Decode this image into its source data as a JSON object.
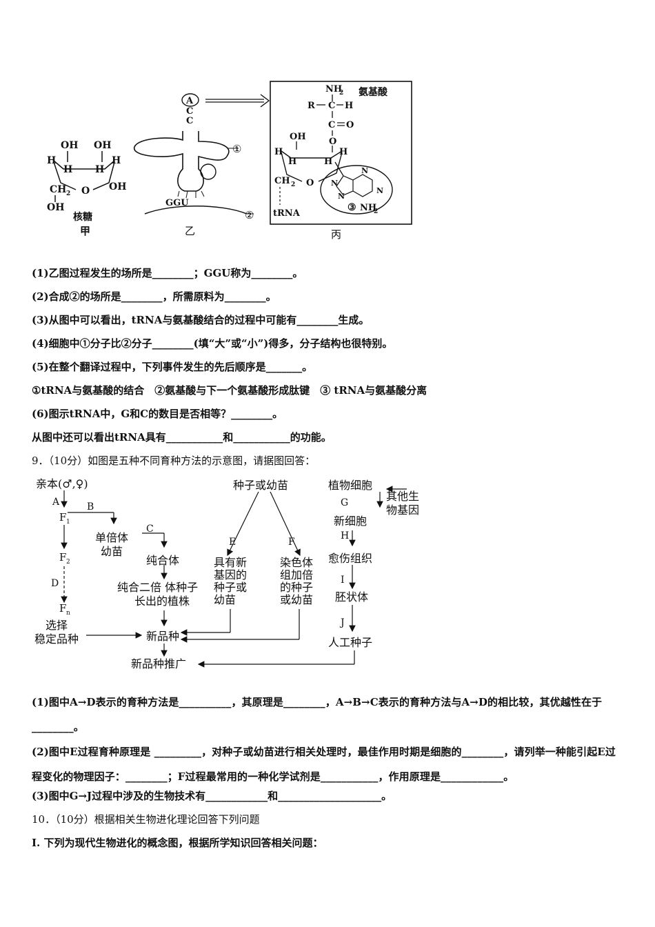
{
  "fig1": {
    "jia": {
      "oh1": "OH",
      "oh2": "OH",
      "h": "H",
      "ch2": "CH",
      "sub2": "2",
      "o": "O",
      "oh3": "OH",
      "oh4": "OH",
      "name": "核糖",
      "label": "甲"
    },
    "yi": {
      "a": "A",
      "c1": "C",
      "c2": "C",
      "ggu": "GGU",
      "m1": "①",
      "m2": "②",
      "label": "乙"
    },
    "bing": {
      "nh2": "NH",
      "r": "R",
      "c": "C",
      "h": "H",
      "co": "C",
      "o": "O",
      "oh": "OH",
      "ch2": "CH",
      "trna": "tRNA",
      "n": "N",
      "m3": "③",
      "amino": "氨基酸",
      "label": "丙"
    }
  },
  "questions8": [
    "(1)乙图过程发生的场所是________；GGU称为________。",
    "(2)合成②的场所是________，所需原料为________。",
    "(3)从图中可以看出，tRNA与氨基酸结合的过程中可能有________生成。",
    "(4)细胞中①分子比②分子________(填“大”或“小”)得多，分子结构也很特别。",
    "(5)在整个翻译过程中，下列事件发生的先后顺序是_______。",
    "①tRNA与氨基酸的结合　②氨基酸与下一个氨基酸形成肽键　③ tRNA与氨基酸分离",
    "(6)图示tRNA中，G和C的数目是否相等？________。",
    "从图中还可以看出tRNA具有___________和___________的功能。"
  ],
  "q9_title": "9．（10分）如图是五种不同育种方法的示意图，请据图回答：",
  "fig2": {
    "parents": "亲本(♂,♀)",
    "A": "A",
    "B": "B",
    "C": "C",
    "D": "D",
    "E": "E",
    "F": "F",
    "G": "G",
    "H": "H",
    "I": "I",
    "J": "J",
    "F1": "F",
    "F2": "F",
    "Fn": "F",
    "s1": "1",
    "s2": "2",
    "sn": "n",
    "haploid1": "单倍体",
    "haploid2": "幼苗",
    "pure": "纯合体",
    "pure2n1": "纯合二倍 体种子",
    "pure2n2": "长出的植株",
    "select1": "选择",
    "select2": "稳定品种",
    "newvar": "新品种",
    "promo": "新品种推广",
    "seed": "种子或幼苗",
    "newgene": [
      "具有新",
      "基因的",
      "种子或",
      "幼苗"
    ],
    "poly": [
      "染色体",
      "组加倍",
      "的种子",
      "或幼苗"
    ],
    "plantcell": "植物细胞",
    "othergene1": "其他生",
    "othergene2": "物基因",
    "newcell": "新细胞",
    "callus": "愈伤组织",
    "embryoid": "胚状体",
    "artseed": "人工种子"
  },
  "questions9": [
    "(1)图中A→D表示的育种方法是__________，其原理是________，A→B→C表示的育种方法与A→D的相比较，其优越性在于________。",
    "(2)图中E过程育种原理是 _________，对种子或幼苗进行相关处理时，最佳作用时期是细胞的________，请列举一种能引起E过程变化的物理因子：________；F过程最常用的一种化学试剂是___________，作用原理是____________。",
    "(3)图中G→J过程中涉及的生物技术有____________和____________________。"
  ],
  "q10_title": "10．（10分）根据相关生物进化理论回答下列问题",
  "q10_sub": "I. 下列为现代生物进化的概念图，根据所学知识回答相关问题："
}
